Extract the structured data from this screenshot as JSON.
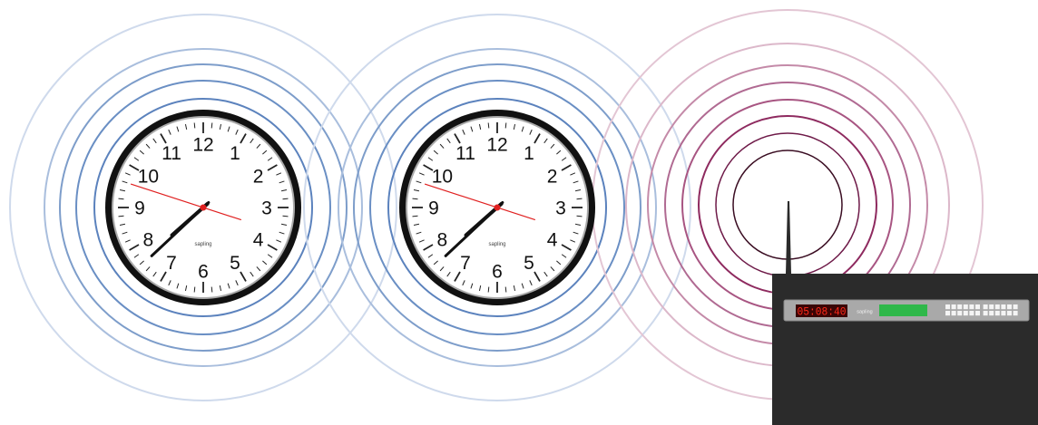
{
  "clocks": [
    {
      "numerals": [
        "12",
        "1",
        "2",
        "3",
        "4",
        "5",
        "6",
        "7",
        "8",
        "9",
        "10",
        "11"
      ],
      "brand": "sapling",
      "time": {
        "hour": 7,
        "minute": 37,
        "second": 48
      }
    },
    {
      "numerals": [
        "12",
        "1",
        "2",
        "3",
        "4",
        "5",
        "6",
        "7",
        "8",
        "9",
        "10",
        "11"
      ],
      "brand": "sapling",
      "time": {
        "hour": 7,
        "minute": 37,
        "second": 48
      }
    }
  ],
  "transmitter": {
    "display": "05:08:40",
    "brand": "sapling",
    "port_count": 24
  },
  "colors": {
    "clock_waves": [
      "#5b82bd",
      "#7d9dca",
      "#a9bedd",
      "#cfdaec"
    ],
    "transmitter_waves": [
      "#3a0d22",
      "#6e1a48",
      "#8e2a5f",
      "#a85582",
      "#c48aa8",
      "#dcb8ca"
    ],
    "clock_rim": "#111111",
    "second_hand": "#e02020",
    "enclosure": "#2b2b2b",
    "faceplate": "#a9a9a9",
    "led_text": "#ff2a1a",
    "led_background": "#3a0505",
    "status_bar": "#2fb84a"
  }
}
